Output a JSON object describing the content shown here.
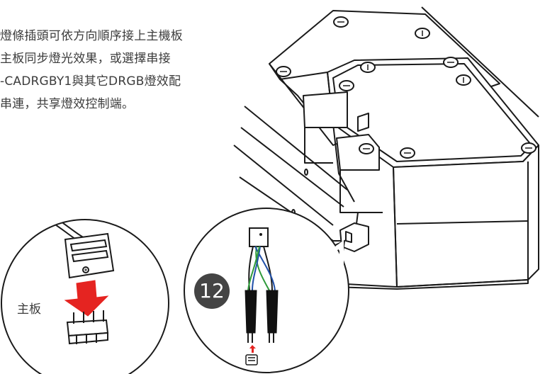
{
  "instructions": {
    "lines": [
      "燈條插頭可依方向順序接上主機板",
      "主板同步燈光效果，或選擇串接",
      "-CADRGBY1與其它DRGB燈效配",
      "串連，共享燈效控制端。"
    ]
  },
  "motherboard_label": "主板",
  "step_number": "12",
  "colors": {
    "line": "#1a1a1a",
    "arrow_red": "#e52421",
    "wire_blue": "#1f4fa8",
    "wire_green": "#2f9a3b",
    "badge_bg": "#444444"
  }
}
